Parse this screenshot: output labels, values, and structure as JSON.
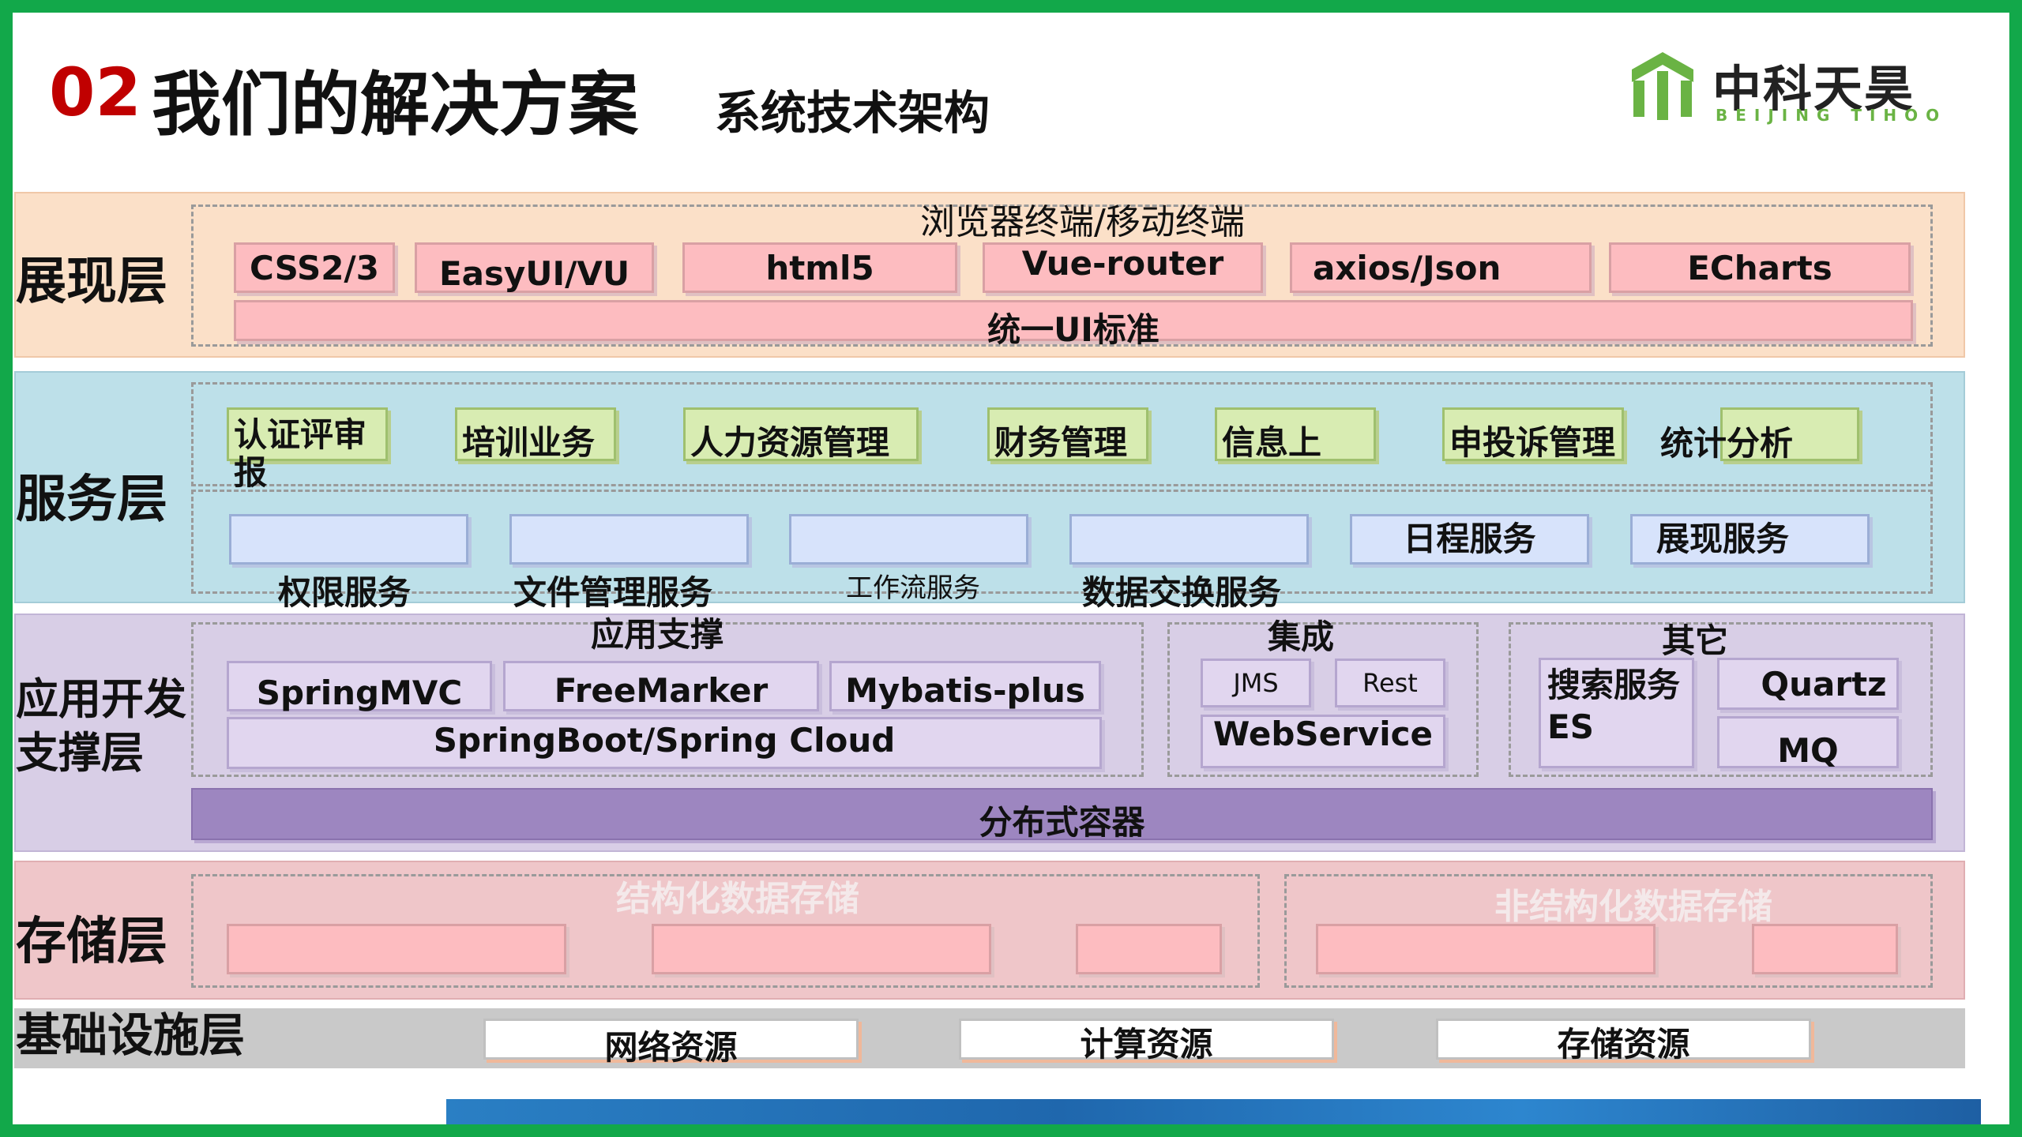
{
  "header": {
    "number": "02",
    "title": "我们的解决方案",
    "subtitle": "系统技术架构",
    "logo_cn": "中科天昊",
    "logo_en": "BEIJING TIHOO"
  },
  "colors": {
    "frame": "#12a84a",
    "title_number": "#c00000",
    "presentation_band": "#fbe0c8",
    "service_band": "#bde0e9",
    "support_band": "#d8cee6",
    "storage_band": "#efc6c9",
    "infra_band": "#c9c9c9",
    "container_bar": "#9d86c0"
  },
  "presentation": {
    "label": "展现层",
    "caption": "浏览器终端/移动终端",
    "items": [
      "CSS2/3",
      "EasyUI/VU",
      "html5",
      "Vue-router",
      "axios/Json",
      "ECharts"
    ],
    "standard": "统一UI标准"
  },
  "service": {
    "label": "服务层",
    "business": [
      "认证评审\n报",
      "培训业务",
      "人力资源管理",
      "财务管理",
      "信息上",
      "申投诉管理",
      "统计分析"
    ],
    "services_top": [
      "日程服务",
      "展现服务"
    ],
    "services_bottom": [
      "权限服务",
      "文件管理服务",
      "工作流服务",
      "数据交换服务"
    ]
  },
  "support": {
    "label": "应用开发\n支撑层",
    "app_support": {
      "title": "应用支撑",
      "items": [
        "SpringMVC",
        "FreeMarker",
        "Mybatis-plus"
      ],
      "base": "SpringBoot/Spring  Cloud"
    },
    "integration": {
      "title": "集成",
      "items": [
        "JMS",
        "Rest"
      ],
      "base": "WebService"
    },
    "other": {
      "title": "其它",
      "search": "搜索服务\nES",
      "items": [
        "Quartz",
        "MQ"
      ]
    },
    "container": "分布式容器"
  },
  "storage": {
    "label": "存储层",
    "structured": "结构化数据存储",
    "unstructured": "非结构化数据存储"
  },
  "infrastructure": {
    "label": "基础设施层",
    "items": [
      "网络资源",
      "计算资源",
      "存储资源"
    ]
  }
}
